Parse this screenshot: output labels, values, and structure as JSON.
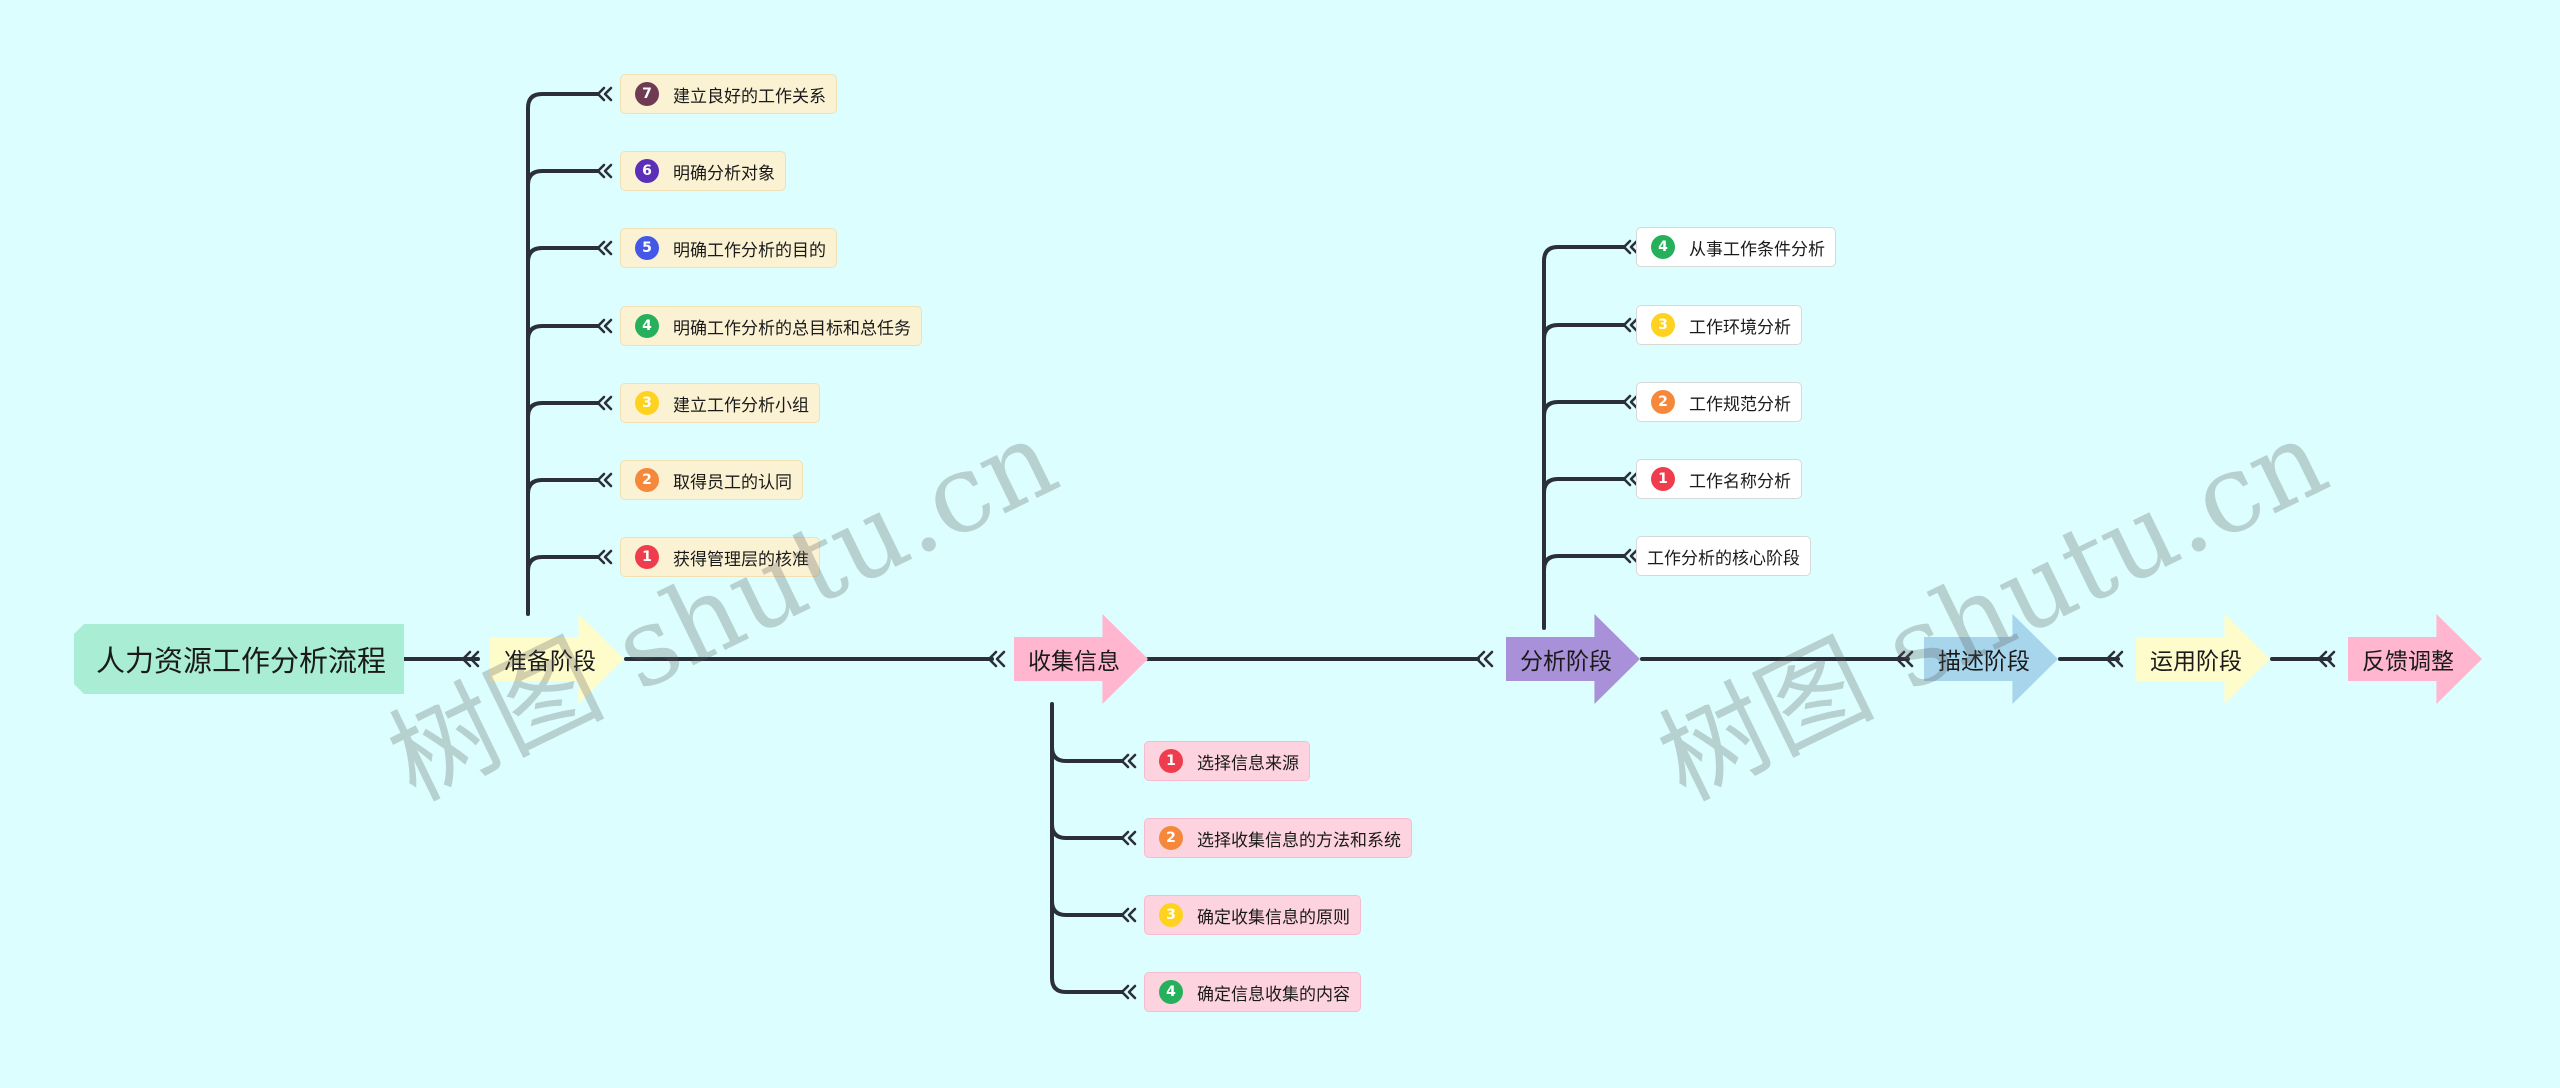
{
  "colors": {
    "background": "#dcfefe",
    "wire": "#2b2f3a",
    "root": "#a8edd4",
    "badge_1": "#ef3d4d",
    "badge_2": "#f5883a",
    "badge_3": "#ffd21f",
    "badge_4": "#27b05c",
    "badge_5": "#4358e6",
    "badge_6": "#5b2fb8",
    "badge_7": "#6f3b52"
  },
  "root": {
    "label": "人力资源工作分析流程"
  },
  "stages": [
    {
      "label": "准备阶段",
      "color": "#fffccc"
    },
    {
      "label": "收集信息",
      "color": "#ffb6ce"
    },
    {
      "label": "分析阶段",
      "color": "#a891d8"
    },
    {
      "label": "描述阶段",
      "color": "#a6d5ec"
    },
    {
      "label": "运用阶段",
      "color": "#fffccc"
    },
    {
      "label": "反馈调整",
      "color": "#ffb6ce"
    }
  ],
  "prep_items": [
    {
      "num": "7",
      "label": "建立良好的工作关系"
    },
    {
      "num": "6",
      "label": "明确分析对象"
    },
    {
      "num": "5",
      "label": "明确工作分析的目的"
    },
    {
      "num": "4",
      "label": "明确工作分析的总目标和总任务"
    },
    {
      "num": "3",
      "label": "建立工作分析小组"
    },
    {
      "num": "2",
      "label": "取得员工的认同"
    },
    {
      "num": "1",
      "label": "获得管理层的核准"
    }
  ],
  "collect_items": [
    {
      "num": "1",
      "label": "选择信息来源"
    },
    {
      "num": "2",
      "label": "选择收集信息的方法和系统"
    },
    {
      "num": "3",
      "label": "确定收集信息的原则"
    },
    {
      "num": "4",
      "label": "确定信息收集的内容"
    }
  ],
  "analysis_items": [
    {
      "num": "4",
      "label": "从事工作条件分析"
    },
    {
      "num": "3",
      "label": "工作环境分析"
    },
    {
      "num": "2",
      "label": "工作规范分析"
    },
    {
      "num": "1",
      "label": "工作名称分析"
    },
    {
      "num": "",
      "label": "工作分析的核心阶段"
    }
  ],
  "watermark": {
    "text": "树图 shutu.cn"
  }
}
